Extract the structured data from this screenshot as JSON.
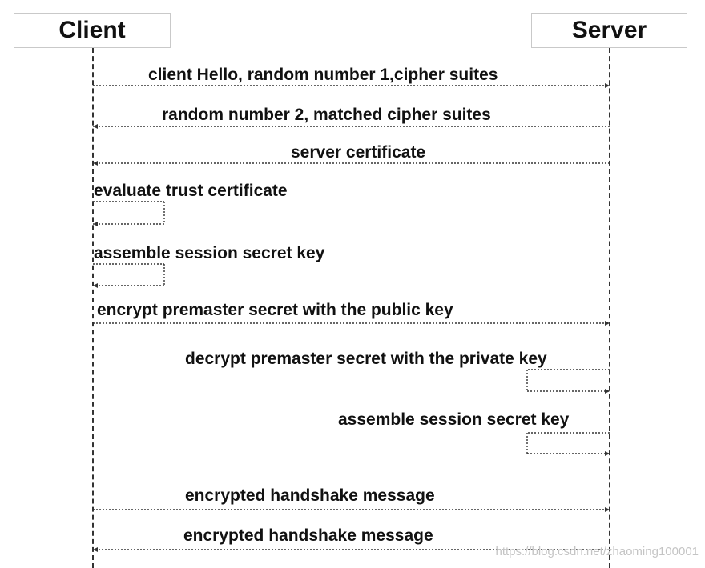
{
  "participants": {
    "client": "Client",
    "server": "Server"
  },
  "messages": [
    {
      "label": "client Hello, random number 1,cipher suites",
      "from": "client",
      "to": "server"
    },
    {
      "label": "random number 2, matched cipher suites",
      "from": "server",
      "to": "client"
    },
    {
      "label": "server certificate",
      "from": "server",
      "to": "client"
    },
    {
      "label": "evaluate trust certificate",
      "from": "client",
      "to": "client"
    },
    {
      "label": "assemble session secret key",
      "from": "client",
      "to": "client"
    },
    {
      "label": "encrypt premaster secret with the public key",
      "from": "client",
      "to": "server"
    },
    {
      "label": "decrypt premaster secret with the private key",
      "from": "server",
      "to": "server"
    },
    {
      "label": "assemble session secret key",
      "from": "server",
      "to": "server"
    },
    {
      "label": "encrypted handshake message",
      "from": "client",
      "to": "server"
    },
    {
      "label": "encrypted handshake message",
      "from": "server",
      "to": "client"
    }
  ],
  "watermark": "https://blog.csdn.net/zhaoming100001",
  "colors": {
    "line": "#333333",
    "text": "#111111",
    "box_border": "#c9c9c9",
    "watermark": "#c4c4c4"
  }
}
